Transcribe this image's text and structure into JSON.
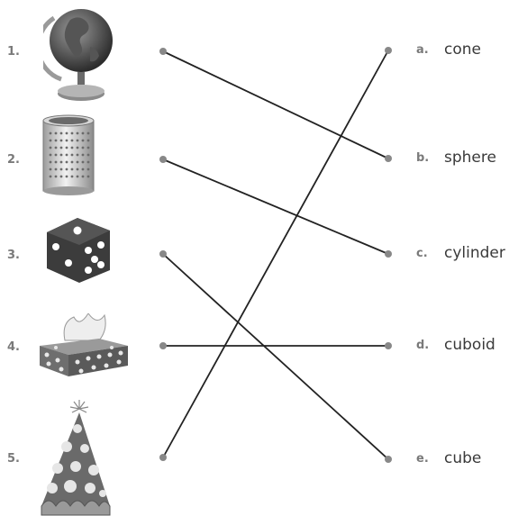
{
  "left_items": [
    {
      "number": "1.",
      "icon": "globe-icon"
    },
    {
      "number": "2.",
      "icon": "cylinder-tin-icon"
    },
    {
      "number": "3.",
      "icon": "dice-icon"
    },
    {
      "number": "4.",
      "icon": "tissue-box-icon"
    },
    {
      "number": "5.",
      "icon": "party-hat-icon"
    }
  ],
  "right_items": [
    {
      "letter": "a.",
      "word": "cone"
    },
    {
      "letter": "b.",
      "word": "sphere"
    },
    {
      "letter": "c.",
      "word": "cylinder"
    },
    {
      "letter": "d.",
      "word": "cuboid"
    },
    {
      "letter": "e.",
      "word": "cube"
    }
  ],
  "matches": [
    {
      "from": "1.",
      "to": "b."
    },
    {
      "from": "2.",
      "to": "c."
    },
    {
      "from": "3.",
      "to": "e."
    },
    {
      "from": "4.",
      "to": "d."
    },
    {
      "from": "5.",
      "to": "a."
    }
  ],
  "colors": {
    "line": "#222222",
    "dot": "#888888",
    "text": "#3a3a3a",
    "label": "#7a7a7a"
  }
}
